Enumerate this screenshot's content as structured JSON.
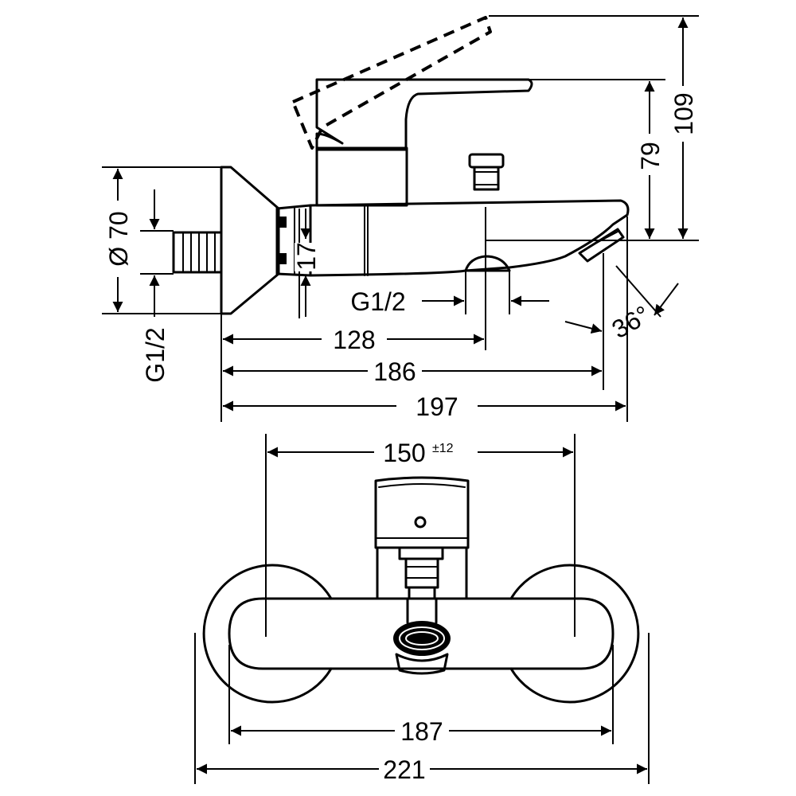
{
  "dimensions": {
    "height_total": "109",
    "height_lever": "79",
    "diameter": "Ø 70",
    "connection_left": "G1/2",
    "offset": "17",
    "connection_bottom": "G1/2",
    "spout_angle": "36°",
    "len_128": "128",
    "len_186": "186",
    "len_197": "197",
    "center_distance": "150",
    "center_tolerance": "±12",
    "width_187": "187",
    "width_221": "221"
  }
}
